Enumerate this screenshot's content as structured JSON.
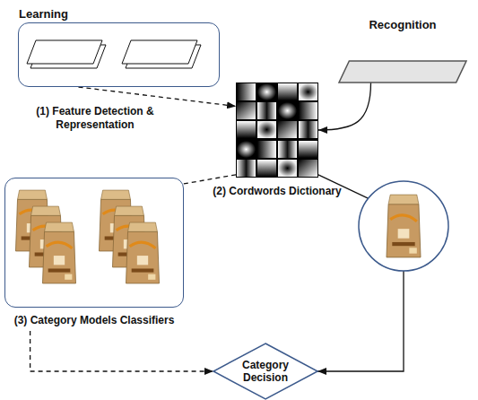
{
  "diagram": {
    "nodes": [
      {
        "text": [
          "Learning"
        ]
      },
      {
        "text": [
          "Recognition"
        ]
      },
      {
        "text": [
          "(2) Cordwords Dictionary"
        ]
      },
      {
        "text": [
          "(3) Category Models Classifiers"
        ]
      },
      {
        "text": [
          "Category Decision"
        ]
      }
    ],
    "edges": [
      {
        "from": 0,
        "to": 2,
        "label": "(1) Feature Detection & Representation",
        "arrow": "to"
      },
      {
        "from": 1,
        "to": 2,
        "arrow": "to"
      },
      {
        "from": 2,
        "to": 3,
        "arrow": "none"
      },
      {
        "from": 3,
        "to": 4,
        "arrow": "to"
      },
      {
        "from": 2,
        "to": 4,
        "arrow": "to"
      }
    ]
  }
}
